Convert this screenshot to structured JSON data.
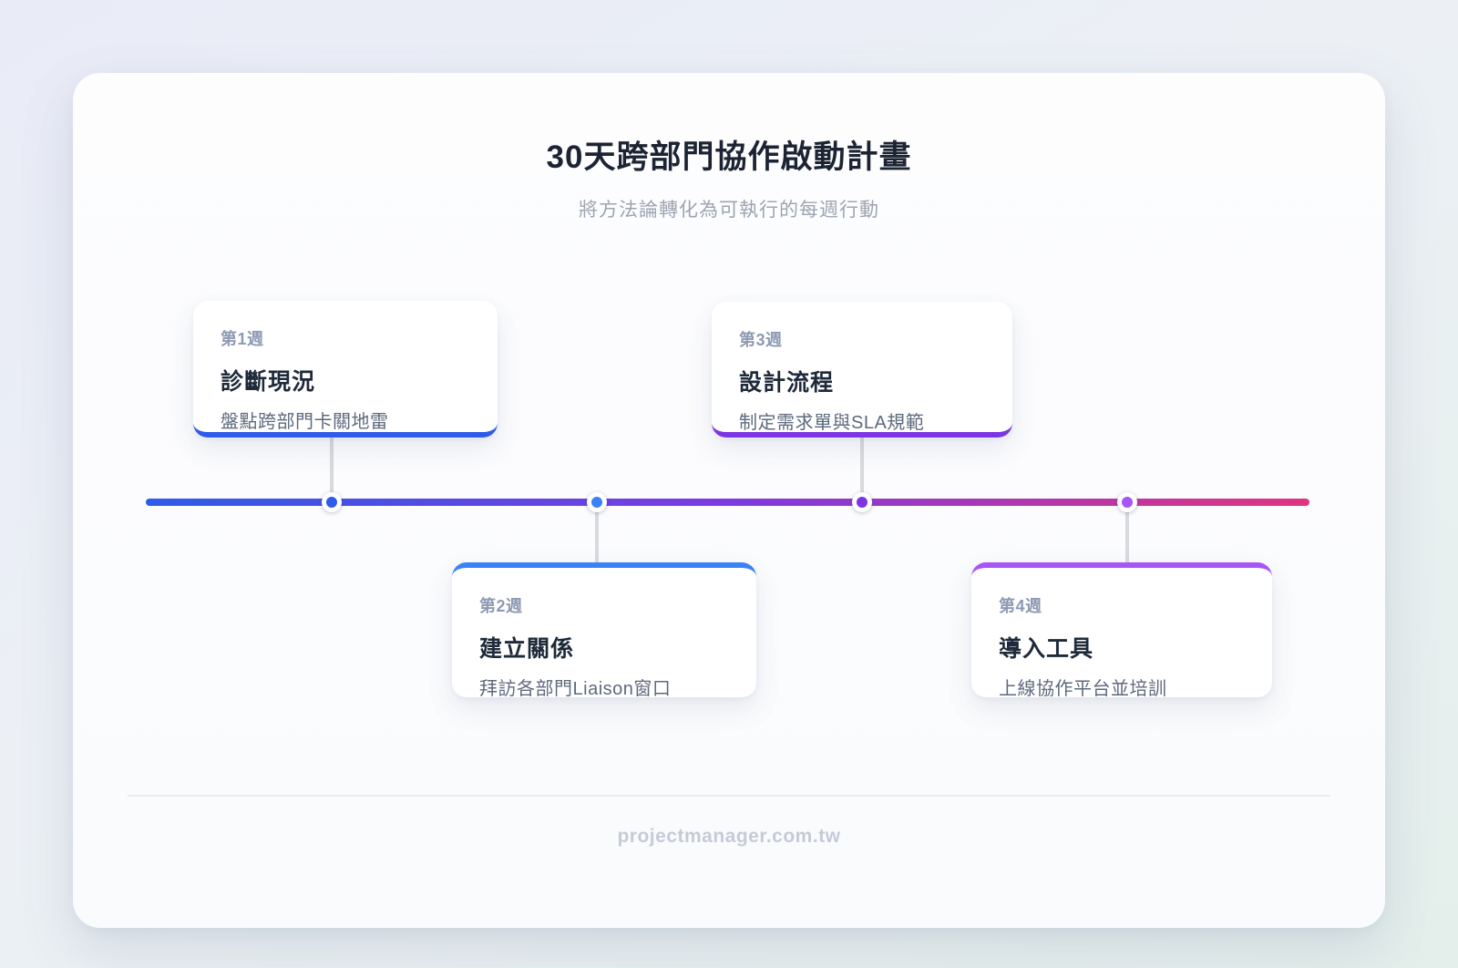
{
  "page": {
    "title": "30天跨部門協作啟動計畫",
    "subtitle": "將方法論轉化為可執行的每週行動",
    "footer": "projectmanager.com.tw"
  },
  "timeline": {
    "gradient": [
      "#2e5ce8",
      "#7c3be0",
      "#e0357f"
    ],
    "milestones": [
      {
        "week": "第1週",
        "title": "診斷現況",
        "desc": "盤點跨部門卡關地雷",
        "accent": "#2e5ce8",
        "side": "above"
      },
      {
        "week": "第2週",
        "title": "建立關係",
        "desc": "拜訪各部門Liaison窗口",
        "accent": "#3b82f6",
        "side": "below"
      },
      {
        "week": "第3週",
        "title": "設計流程",
        "desc": "制定需求單與SLA規範",
        "accent": "#7c35e3",
        "side": "above"
      },
      {
        "week": "第4週",
        "title": "導入工具",
        "desc": "上線協作平台並培訓",
        "accent": "#a855f7",
        "side": "below"
      }
    ]
  }
}
